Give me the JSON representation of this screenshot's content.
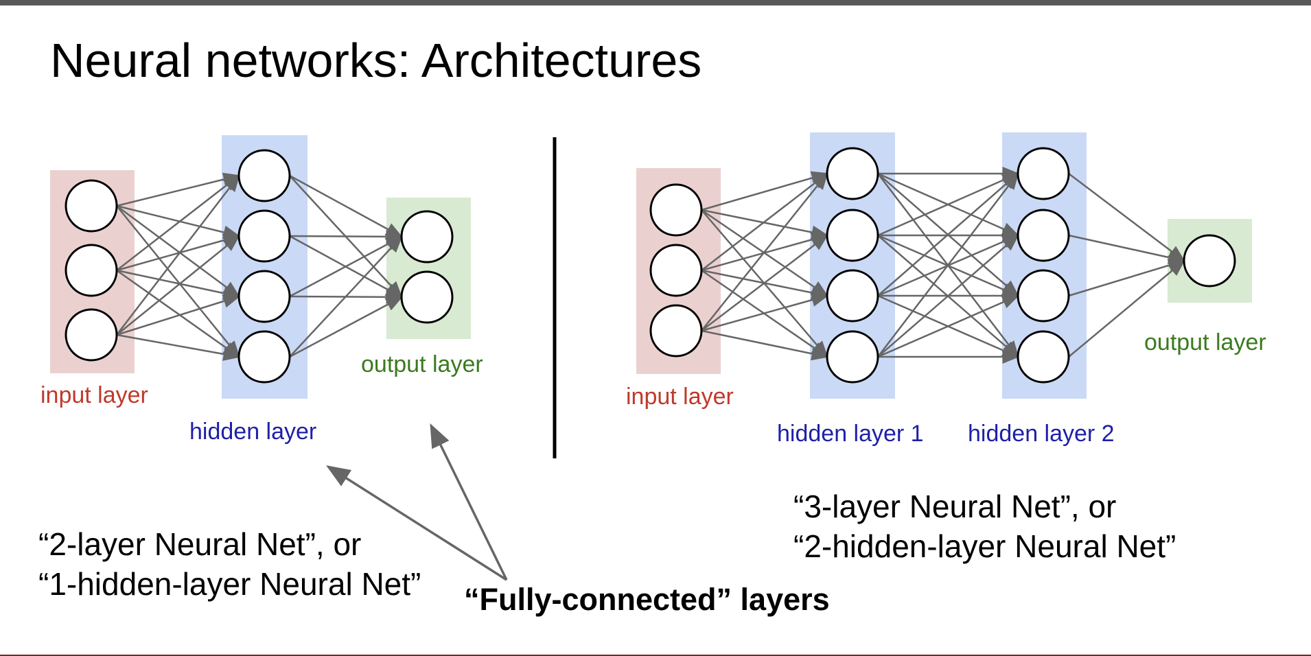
{
  "slide": {
    "title": "Neural networks: Architectures"
  },
  "colors": {
    "input_layer": "#c0392b",
    "input_fill": "#ead1d0",
    "hidden_layer": "#1f1fa8",
    "hidden_fill": "#cad9f5",
    "output_layer": "#3b7a1e",
    "output_fill": "#d8ead1",
    "edge": "#666666"
  },
  "left_network": {
    "input_label": "input layer",
    "hidden_label": "hidden layer",
    "output_label": "output layer",
    "layer_sizes": [
      3,
      4,
      2
    ],
    "caption_line1": "“2-layer Neural Net”, or",
    "caption_line2": "“1-hidden-layer Neural Net”"
  },
  "right_network": {
    "input_label": "input layer",
    "hidden1_label": "hidden layer 1",
    "hidden2_label": "hidden layer 2",
    "output_label": "output layer",
    "layer_sizes": [
      3,
      4,
      4,
      1
    ],
    "caption_line1": "“3-layer Neural Net”, or",
    "caption_line2": "“2-hidden-layer Neural Net”"
  },
  "annotation": {
    "fully_connected": "“Fully-connected” layers"
  }
}
